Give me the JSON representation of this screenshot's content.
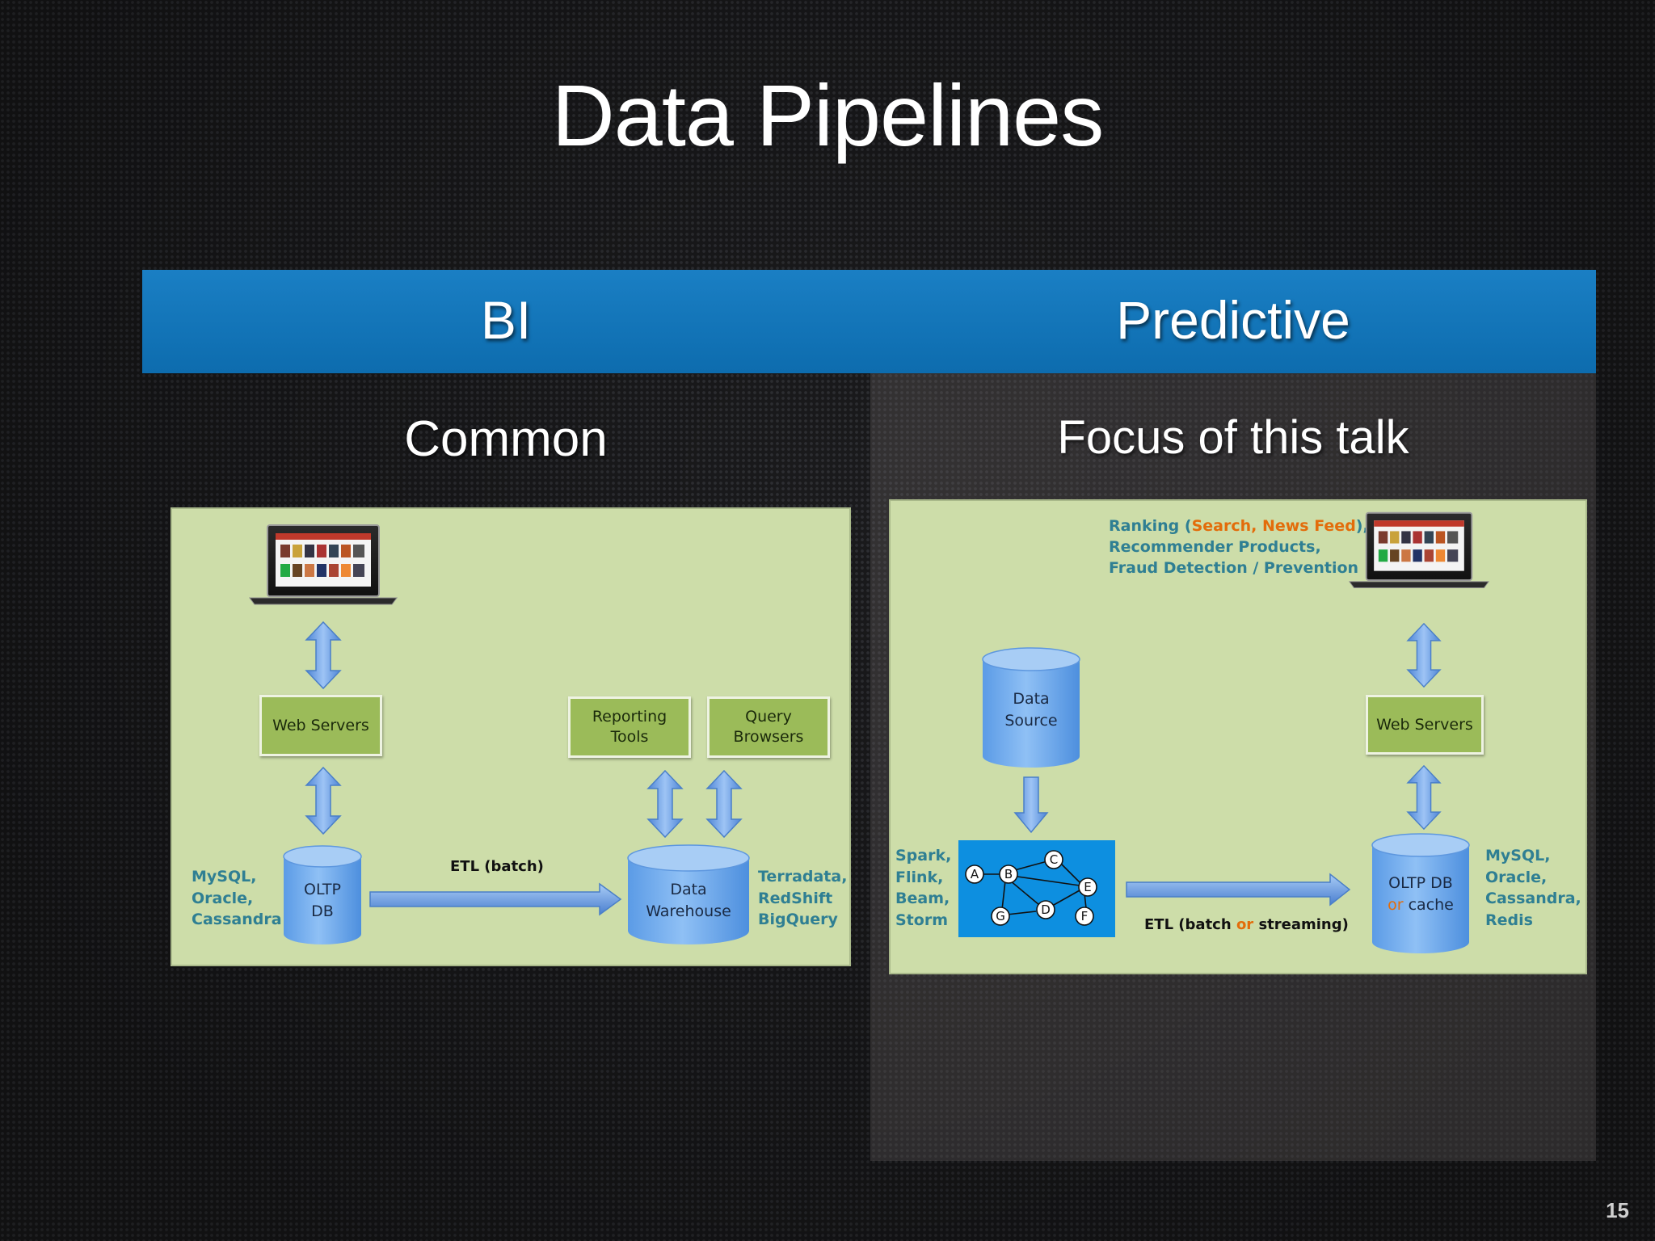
{
  "slide": {
    "title": "Data Pipelines",
    "page_number": "15"
  },
  "header": {
    "left_label": "BI",
    "right_label": "Predictive"
  },
  "columns": {
    "left_subtitle": "Common",
    "right_subtitle": "Focus of this talk"
  },
  "bi_diagram": {
    "web_servers": "Web Servers",
    "reporting_tools_line1": "Reporting",
    "reporting_tools_line2": "Tools",
    "query_browsers_line1": "Query",
    "query_browsers_line2": "Browsers",
    "oltp_line1": "OLTP",
    "oltp_line2": "DB",
    "warehouse_line1": "Data",
    "warehouse_line2": "Warehouse",
    "etl_label": "ETL (batch)",
    "oltp_tech": [
      "MySQL,",
      "Oracle,",
      "Cassandra"
    ],
    "warehouse_tech": [
      "Terradata,",
      "RedShift",
      "BigQuery"
    ]
  },
  "predictive_diagram": {
    "ranking_prefix": "Ranking (",
    "ranking_highlight": "Search, News Feed",
    "ranking_suffix": "),",
    "use_case_2": "Recommender Products,",
    "use_case_3": "Fraud Detection / Prevention",
    "data_source_line1": "Data",
    "data_source_line2": "Source",
    "web_servers": "Web Servers",
    "oltp_line1": "OLTP DB",
    "oltp_or": "or",
    "oltp_cache": " cache",
    "processing_tech": [
      "Spark,",
      "Flink,",
      "Beam,",
      "Storm"
    ],
    "store_tech": [
      "MySQL,",
      "Oracle,",
      "Cassandra,",
      "Redis"
    ],
    "etl_prefix": "ETL (batch ",
    "etl_or": "or",
    "etl_suffix": " streaming)",
    "dag_nodes": [
      "A",
      "B",
      "C",
      "D",
      "E",
      "F",
      "G"
    ]
  },
  "colors": {
    "header_blue": "#137ac0",
    "diagram_bg": "#cddda9",
    "box_green": "#9bbb59",
    "tech_teal": "#2f7f93",
    "highlight_orange": "#e36c0a",
    "db_blue": "#6aa8ea",
    "dag_blue": "#0d8fe0"
  },
  "icons": {
    "laptop": "laptop-icon",
    "arrow": "double-arrow-icon",
    "cylinder": "database-cylinder-icon",
    "graph": "dag-graph-icon"
  }
}
